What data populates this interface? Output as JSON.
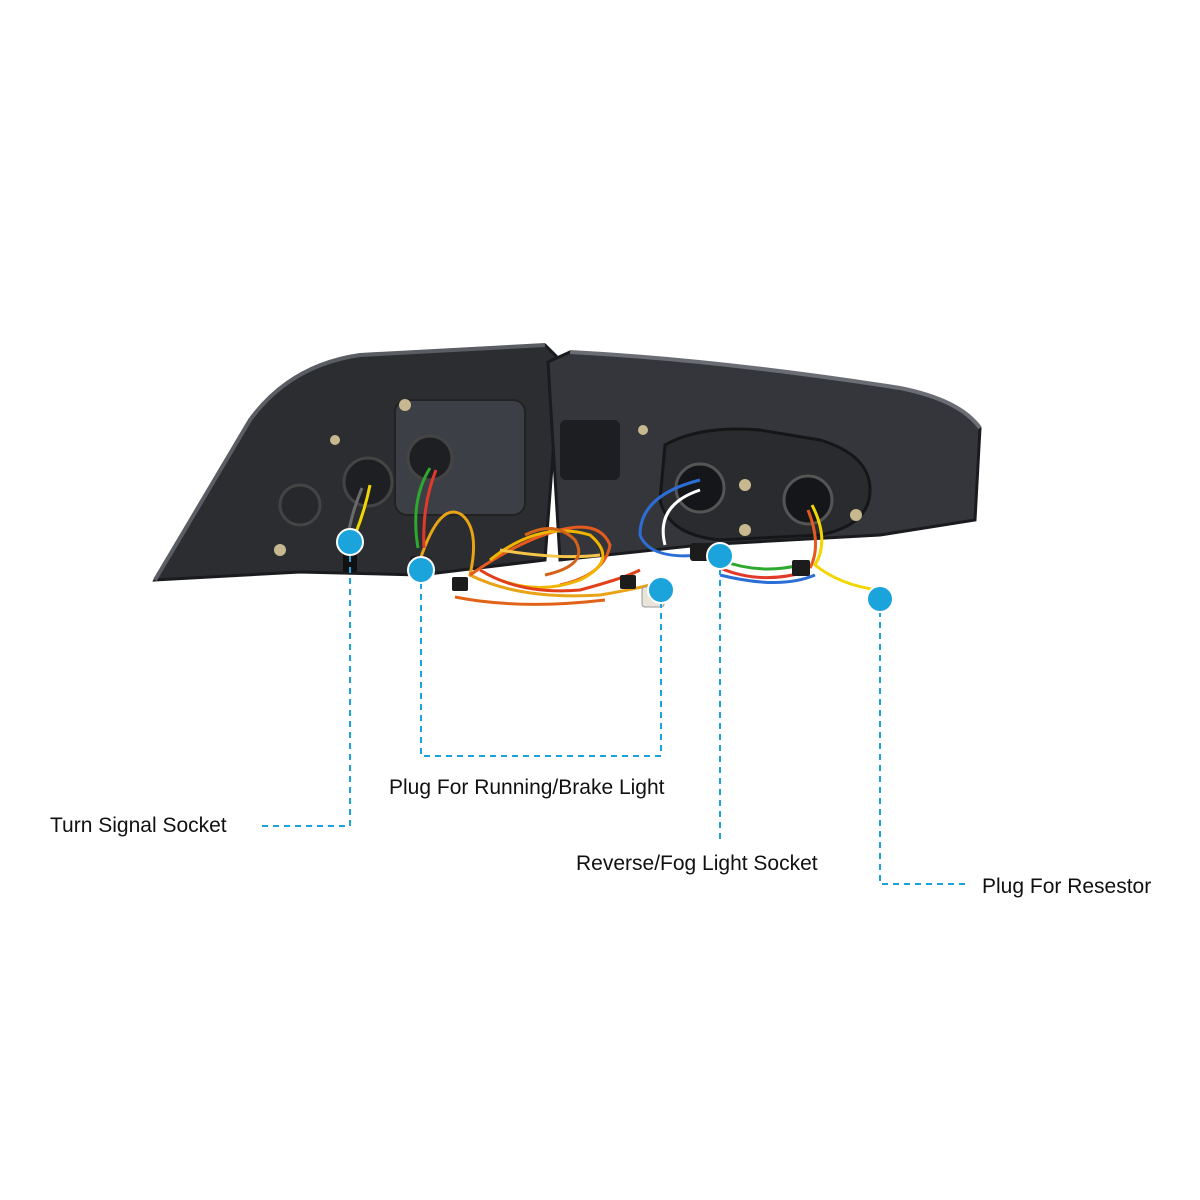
{
  "accent_color": "#1ba3dc",
  "callouts": {
    "turn_signal": {
      "label": "Turn Signal Socket"
    },
    "running_brake": {
      "label": "Plug For Running/Brake Light"
    },
    "reverse_fog": {
      "label": "Reverse/Fog Light Socket"
    },
    "resistor": {
      "label": "Plug For Resestor"
    }
  }
}
